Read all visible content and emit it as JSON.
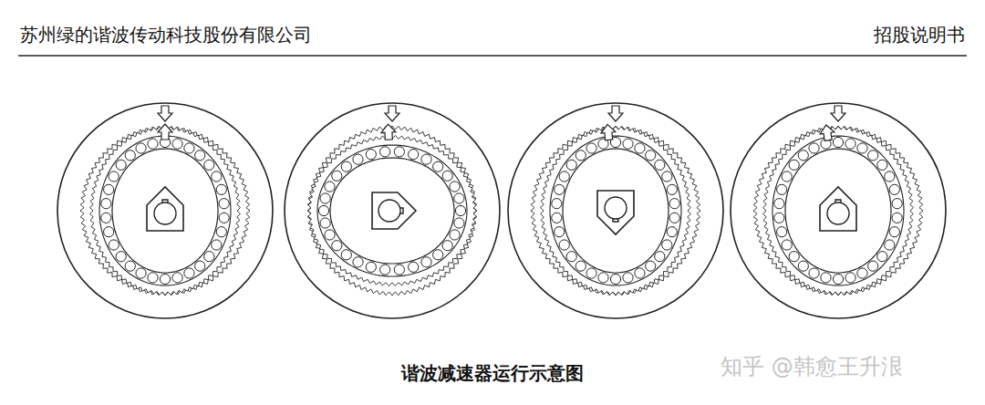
{
  "diagram": {
    "caption": "谐波减速器运行示意图",
    "labels": [
      "苏州绿的谐波传动科技股份有限公司",
      "招股说明书",
      "知乎 @韩愈王升泿"
    ]
  }
}
